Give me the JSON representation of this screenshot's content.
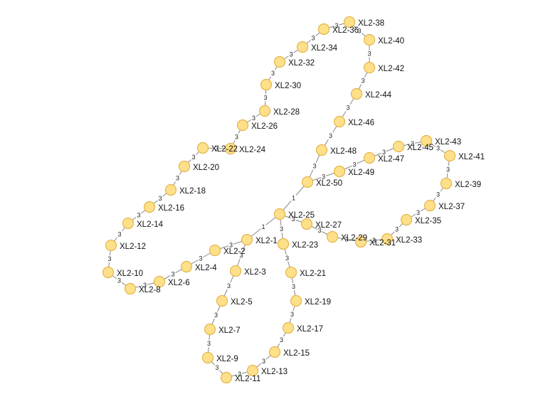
{
  "graph": {
    "colors": {
      "node_fill": "#FFE08A",
      "node_stroke": "#E3B54A",
      "edge": "#888888"
    },
    "nodes": [
      {
        "id": "XL2-1",
        "label": "XL2-1"
      },
      {
        "id": "XL2-2",
        "label": "XL2-2"
      },
      {
        "id": "XL2-3",
        "label": "XL2-3"
      },
      {
        "id": "XL2-4",
        "label": "XL2-4"
      },
      {
        "id": "XL2-5",
        "label": "XL2-5"
      },
      {
        "id": "XL2-6",
        "label": "XL2-6"
      },
      {
        "id": "XL2-7",
        "label": "XL2-7"
      },
      {
        "id": "XL2-8",
        "label": "XL2-8"
      },
      {
        "id": "XL2-9",
        "label": "XL2-9"
      },
      {
        "id": "XL2-10",
        "label": "XL2-10"
      },
      {
        "id": "XL2-11",
        "label": "XL2-11"
      },
      {
        "id": "XL2-12",
        "label": "XL2-12"
      },
      {
        "id": "XL2-13",
        "label": "XL2-13"
      },
      {
        "id": "XL2-14",
        "label": "XL2-14"
      },
      {
        "id": "XL2-15",
        "label": "XL2-15"
      },
      {
        "id": "XL2-16",
        "label": "XL2-16"
      },
      {
        "id": "XL2-17",
        "label": "XL2-17"
      },
      {
        "id": "XL2-18",
        "label": "XL2-18"
      },
      {
        "id": "XL2-19",
        "label": "XL2-19"
      },
      {
        "id": "XL2-20",
        "label": "XL2-20"
      },
      {
        "id": "XL2-21",
        "label": "XL2-21"
      },
      {
        "id": "XL2-22",
        "label": "XL2-22"
      },
      {
        "id": "XL2-23",
        "label": "XL2-23"
      },
      {
        "id": "XL2-24",
        "label": "XL2-24"
      },
      {
        "id": "XL2-25",
        "label": "XL2-25"
      },
      {
        "id": "XL2-26",
        "label": "XL2-26"
      },
      {
        "id": "XL2-27",
        "label": "XL2-27"
      },
      {
        "id": "XL2-28",
        "label": "XL2-28"
      },
      {
        "id": "XL2-29",
        "label": "XL2-29"
      },
      {
        "id": "XL2-30",
        "label": "XL2-30"
      },
      {
        "id": "XL2-31",
        "label": "XL2-31"
      },
      {
        "id": "XL2-32",
        "label": "XL2-32"
      },
      {
        "id": "XL2-33",
        "label": "XL2-33"
      },
      {
        "id": "XL2-34",
        "label": "XL2-34"
      },
      {
        "id": "XL2-35",
        "label": "XL2-35"
      },
      {
        "id": "XL2-36",
        "label": "XL2-36"
      },
      {
        "id": "XL2-37",
        "label": "XL2-37"
      },
      {
        "id": "XL2-38",
        "label": "XL2-38"
      },
      {
        "id": "XL2-39",
        "label": "XL2-39"
      },
      {
        "id": "XL2-40",
        "label": "XL2-40"
      },
      {
        "id": "XL2-41",
        "label": "XL2-41"
      },
      {
        "id": "XL2-42",
        "label": "XL2-42"
      },
      {
        "id": "XL2-43",
        "label": "XL2-43"
      },
      {
        "id": "XL2-44",
        "label": "XL2-44"
      },
      {
        "id": "XL2-45",
        "label": "XL2-45"
      },
      {
        "id": "XL2-46",
        "label": "XL2-46"
      },
      {
        "id": "XL2-47",
        "label": "XL2-47"
      },
      {
        "id": "XL2-48",
        "label": "XL2-48"
      },
      {
        "id": "XL2-49",
        "label": "XL2-49"
      },
      {
        "id": "XL2-50",
        "label": "XL2-50"
      }
    ],
    "edges": [
      {
        "source": "XL2-25",
        "target": "XL2-50",
        "label": "1"
      },
      {
        "source": "XL2-25",
        "target": "XL2-1",
        "label": "1"
      },
      {
        "source": "XL2-25",
        "target": "XL2-23",
        "label": "3"
      },
      {
        "source": "XL2-25",
        "target": "XL2-27",
        "label": "3"
      },
      {
        "source": "XL2-1",
        "target": "XL2-2",
        "label": "3"
      },
      {
        "source": "XL2-1",
        "target": "XL2-3",
        "label": "3"
      },
      {
        "source": "XL2-2",
        "target": "XL2-4",
        "label": "3"
      },
      {
        "source": "XL2-4",
        "target": "XL2-6",
        "label": "3"
      },
      {
        "source": "XL2-6",
        "target": "XL2-8",
        "label": "3"
      },
      {
        "source": "XL2-8",
        "target": "XL2-10",
        "label": "3"
      },
      {
        "source": "XL2-10",
        "target": "XL2-12",
        "label": "3"
      },
      {
        "source": "XL2-12",
        "target": "XL2-14",
        "label": "3"
      },
      {
        "source": "XL2-14",
        "target": "XL2-16",
        "label": "3"
      },
      {
        "source": "XL2-16",
        "target": "XL2-18",
        "label": "3"
      },
      {
        "source": "XL2-18",
        "target": "XL2-20",
        "label": "3"
      },
      {
        "source": "XL2-20",
        "target": "XL2-22",
        "label": "3"
      },
      {
        "source": "XL2-22",
        "target": "XL2-24",
        "label": "3"
      },
      {
        "source": "XL2-24",
        "target": "XL2-26",
        "label": "3"
      },
      {
        "source": "XL2-26",
        "target": "XL2-28",
        "label": "3"
      },
      {
        "source": "XL2-28",
        "target": "XL2-30",
        "label": "3"
      },
      {
        "source": "XL2-30",
        "target": "XL2-32",
        "label": "3"
      },
      {
        "source": "XL2-32",
        "target": "XL2-34",
        "label": "3"
      },
      {
        "source": "XL2-34",
        "target": "XL2-36",
        "label": "3"
      },
      {
        "source": "XL2-36",
        "target": "XL2-38",
        "label": "3"
      },
      {
        "source": "XL2-38",
        "target": "XL2-40",
        "label": "3"
      },
      {
        "source": "XL2-40",
        "target": "XL2-42",
        "label": "3"
      },
      {
        "source": "XL2-42",
        "target": "XL2-44",
        "label": "3"
      },
      {
        "source": "XL2-44",
        "target": "XL2-46",
        "label": "3"
      },
      {
        "source": "XL2-46",
        "target": "XL2-48",
        "label": "3"
      },
      {
        "source": "XL2-48",
        "target": "XL2-50",
        "label": "3"
      },
      {
        "source": "XL2-50",
        "target": "XL2-49",
        "label": "3"
      },
      {
        "source": "XL2-49",
        "target": "XL2-47",
        "label": "3"
      },
      {
        "source": "XL2-47",
        "target": "XL2-45",
        "label": "3"
      },
      {
        "source": "XL2-45",
        "target": "XL2-43",
        "label": "3"
      },
      {
        "source": "XL2-43",
        "target": "XL2-41",
        "label": "3"
      },
      {
        "source": "XL2-41",
        "target": "XL2-39",
        "label": "3"
      },
      {
        "source": "XL2-39",
        "target": "XL2-37",
        "label": "3"
      },
      {
        "source": "XL2-37",
        "target": "XL2-35",
        "label": "3"
      },
      {
        "source": "XL2-35",
        "target": "XL2-33",
        "label": "3"
      },
      {
        "source": "XL2-33",
        "target": "XL2-31",
        "label": "3"
      },
      {
        "source": "XL2-31",
        "target": "XL2-29",
        "label": "3"
      },
      {
        "source": "XL2-29",
        "target": "XL2-27",
        "label": "3"
      },
      {
        "source": "XL2-3",
        "target": "XL2-5",
        "label": "3"
      },
      {
        "source": "XL2-5",
        "target": "XL2-7",
        "label": "3"
      },
      {
        "source": "XL2-7",
        "target": "XL2-9",
        "label": "3"
      },
      {
        "source": "XL2-9",
        "target": "XL2-11",
        "label": "3"
      },
      {
        "source": "XL2-11",
        "target": "XL2-13",
        "label": "3"
      },
      {
        "source": "XL2-13",
        "target": "XL2-15",
        "label": "3"
      },
      {
        "source": "XL2-15",
        "target": "XL2-17",
        "label": "3"
      },
      {
        "source": "XL2-17",
        "target": "XL2-19",
        "label": "3"
      },
      {
        "source": "XL2-19",
        "target": "XL2-21",
        "label": "3"
      },
      {
        "source": "XL2-21",
        "target": "XL2-23",
        "label": "3"
      }
    ]
  }
}
